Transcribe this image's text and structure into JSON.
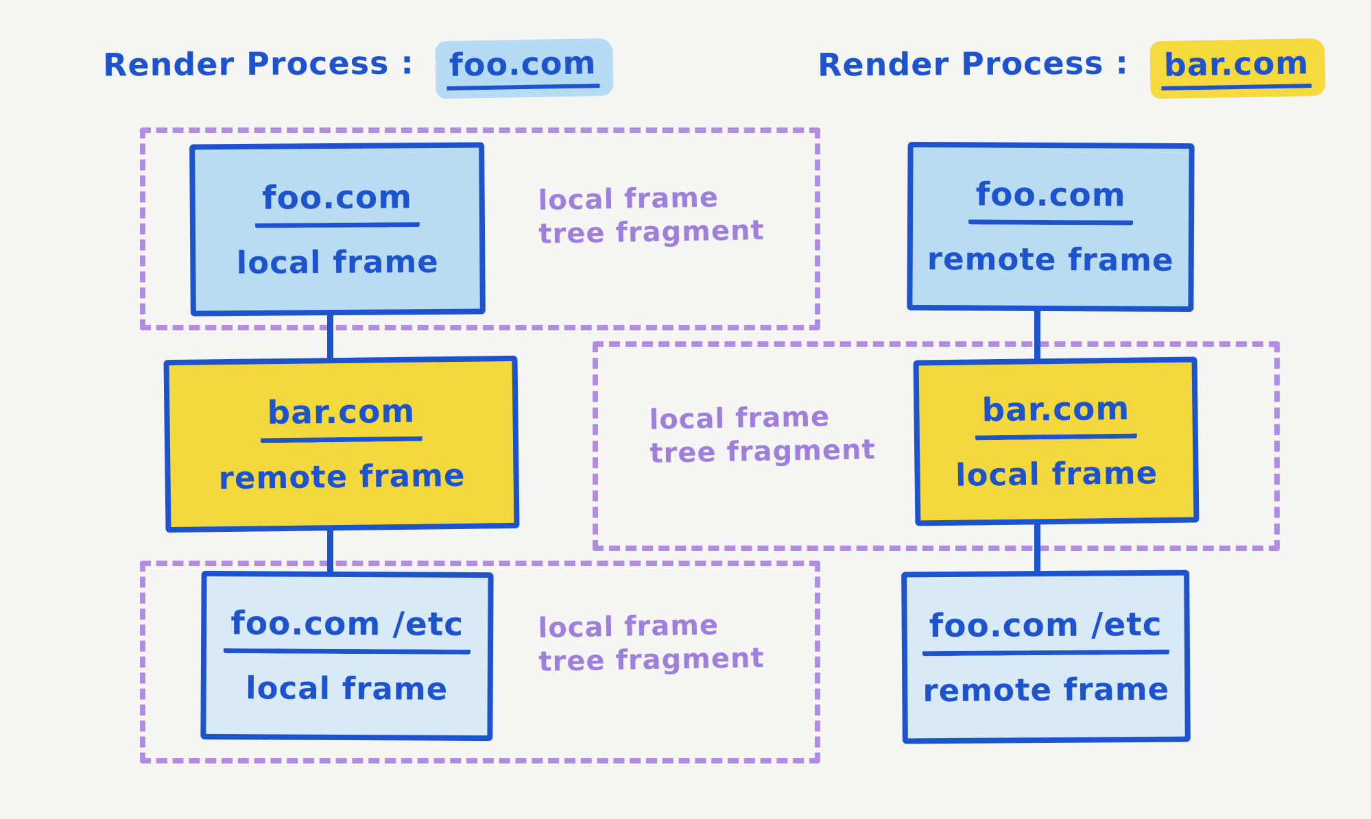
{
  "colors": {
    "bg": "#f5f5f3",
    "ink": "#1d53cd",
    "blue_fill": "#b9dcf3",
    "blue_fill_light": "#d8e9f7",
    "yellow_fill": "#f3d83d",
    "purple_dash": "#b28ce2",
    "purple_text": "#a07edb",
    "hl_blue": "#b5dbf5",
    "hl_yellow": "#f6d93d"
  },
  "titles": {
    "left": {
      "prefix": "Render Process :",
      "domain": "foo.com"
    },
    "right": {
      "prefix": "Render Process :",
      "domain": "bar.com"
    }
  },
  "nodes": [
    {
      "host": "foo.com",
      "frame": "local frame"
    },
    {
      "host": "bar.com",
      "frame": "remote frame"
    },
    {
      "host": "foo.com /etc",
      "frame": "local frame"
    },
    {
      "host": "foo.com",
      "frame": "remote frame"
    },
    {
      "host": "bar.com",
      "frame": "local frame"
    },
    {
      "host": "foo.com /etc",
      "frame": "remote frame"
    }
  ],
  "annotations": [
    {
      "line1": "local frame",
      "line2": "tree fragment"
    },
    {
      "line1": "local frame",
      "line2": "tree fragment"
    },
    {
      "line1": "local frame",
      "line2": "tree fragment"
    }
  ]
}
